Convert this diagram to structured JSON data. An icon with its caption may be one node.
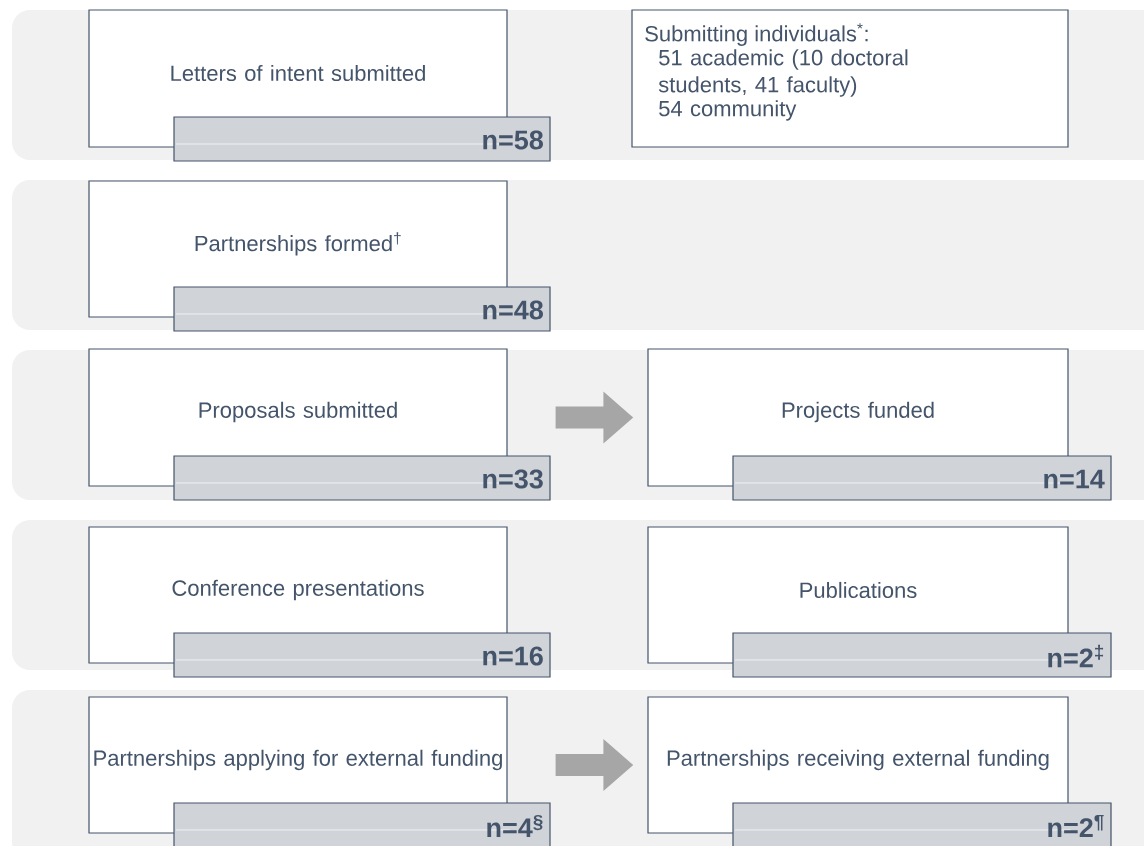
{
  "diagram": {
    "nodes": [
      {
        "text": [
          "Letters of intent submitted",
          "**n=58**"
        ]
      },
      {
        "text": [
          "Submitting individuals$^{*}$:",
          "51 academic (10 doctoral students, 41 faculty)",
          "54 community"
        ]
      },
      {
        "text": [
          "Partnerships formed$^{†}$",
          "**n=48**"
        ]
      },
      {
        "text": [
          "Proposals submitted",
          "**n=33**"
        ]
      },
      {
        "text": [
          "Projects funded",
          "**n=14**"
        ]
      },
      {
        "text": [
          "Conference presentations",
          "**n=16**"
        ]
      },
      {
        "text": [
          "Publications",
          "**n=2**$^{‡}$"
        ]
      },
      {
        "text": [
          "Partnerships applying for external funding",
          "**n=4**$^{§}$"
        ]
      },
      {
        "text": [
          "Partnerships receiving external funding",
          "**n=2**$^{¶}$"
        ]
      }
    ],
    "edges": [
      {
        "from": 3,
        "to": 4,
        "arrow": "to"
      },
      {
        "from": 7,
        "to": 8,
        "arrow": "to"
      }
    ]
  }
}
